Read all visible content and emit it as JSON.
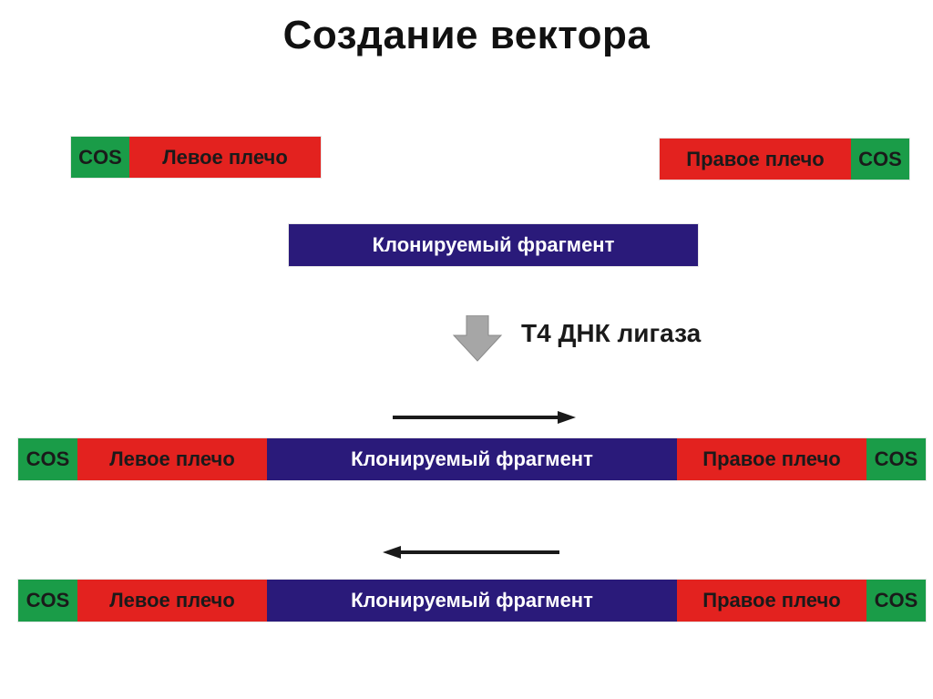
{
  "title": "Создание вектора",
  "labels": {
    "cos": "COS",
    "left_arm": "Левое плечо",
    "right_arm": "Правое плечо",
    "fragment": "Клонируемый фрагмент",
    "ligase": "Т4 ДНК лигаза"
  },
  "colors": {
    "cos": "#1a9c48",
    "arm": "#e3221f",
    "fragment": "#2a1a7a",
    "process_arrow": "#a6a6a6",
    "direction_arrow": "#1a1a1a"
  },
  "icons": {
    "process_arrow": "down-arrow-icon",
    "forward_direction": "right-arrow-icon",
    "reverse_direction": "left-arrow-icon"
  }
}
